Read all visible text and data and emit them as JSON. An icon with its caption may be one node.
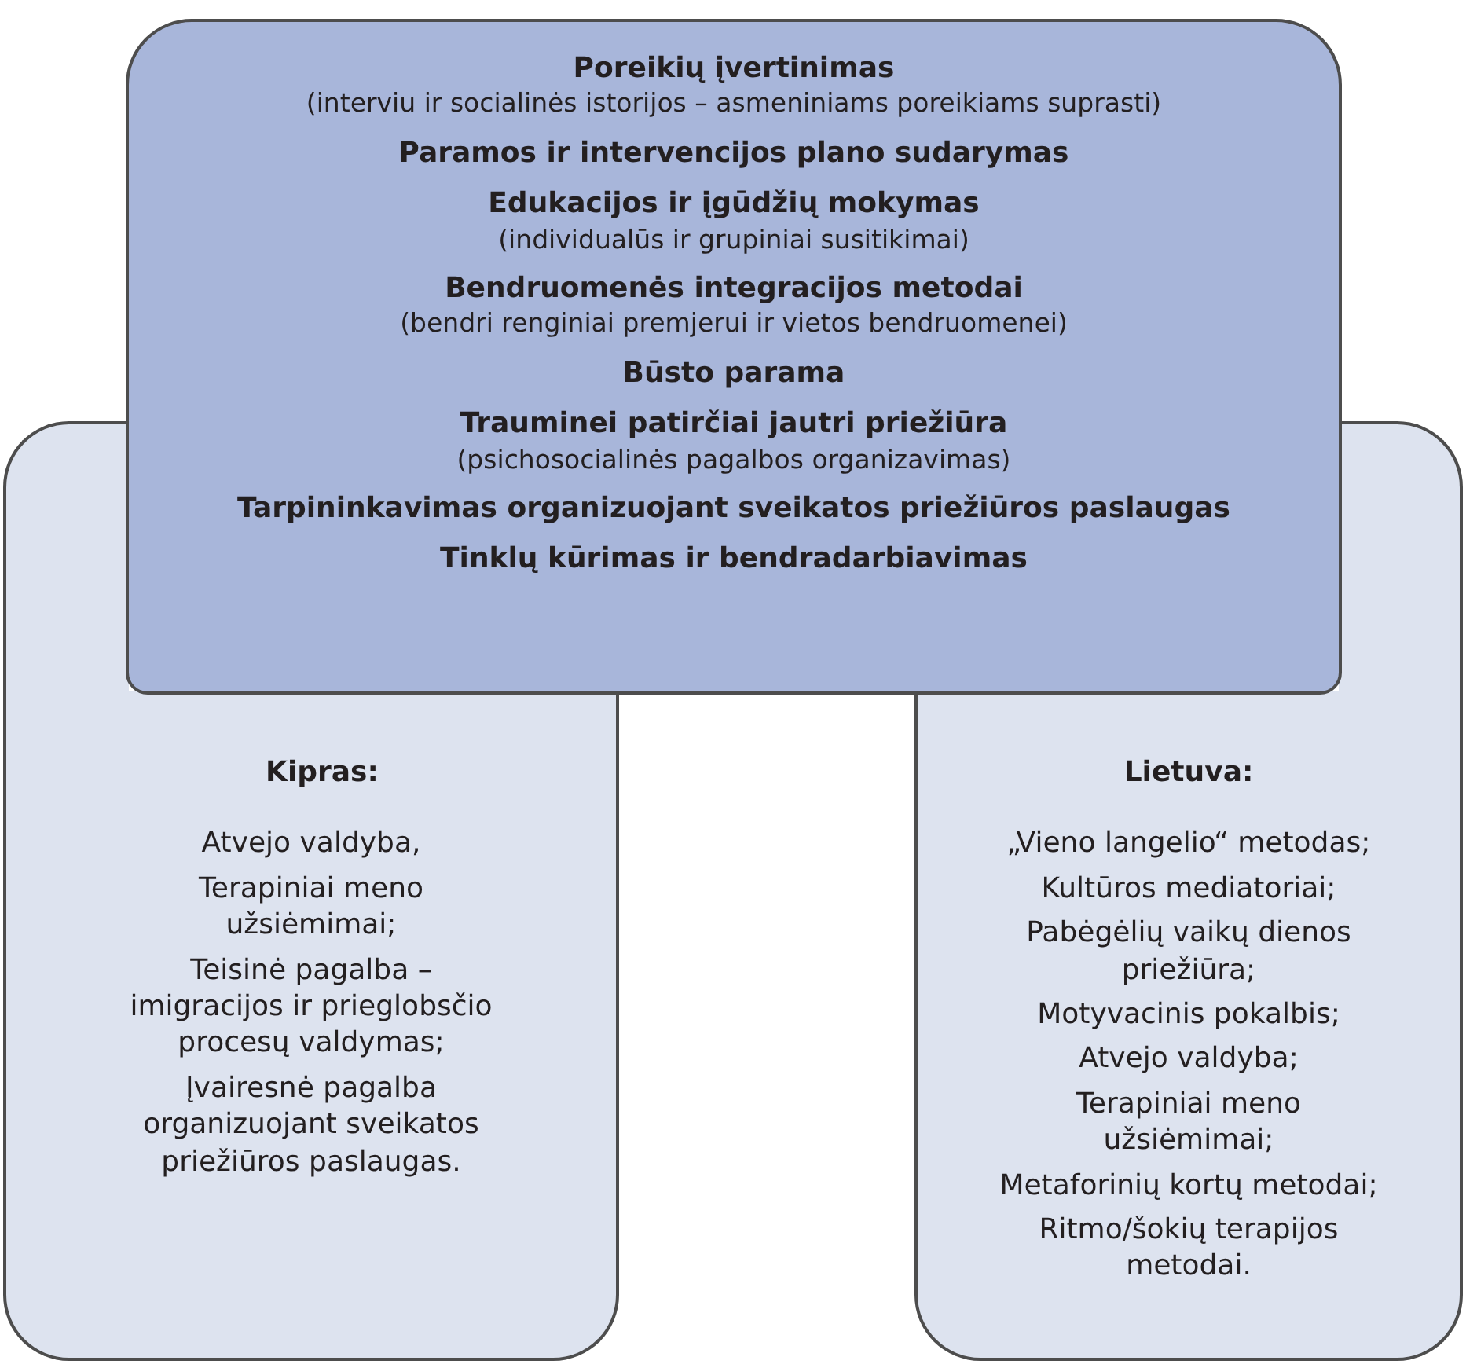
{
  "diagram": {
    "nodes": [
      {
        "text": [
          "Poreikių įvertinimas",
          "(interviu ir socialinės istorijos – asmeniniams poreikiams suprasti)",
          "Paramos ir intervencijos plano sudarymas",
          "Edukacijos ir įgūdžių mokymas",
          "(individualūs ir grupiniai susitikimai)",
          "Bendruomenės integracijos metodai",
          "(bendri renginiai premjerui ir vietos bendruomenei)",
          "Būsto parama",
          "Trauminei patirčiai jautri priežiūra",
          "(psichosocialinės pagalbos organizavimas)",
          "Tarpininkavimas organizuojant sveikatos priežiūros paslaugas",
          "Tinklų kūrimas ir bendradarbiavimas"
        ]
      },
      {
        "text": [
          "Kipras:",
          "Atvejo valdyba,",
          "Terapiniai meno užsiėmimai;",
          "Teisinė pagalba – imigracijos ir prieglobsčio procesų valdymas;",
          "Įvairesnė pagalba organizuojant sveikatos priežiūros paslaugas."
        ]
      },
      {
        "text": [
          "Lietuva:",
          "„Vieno langelio“ metodas;",
          "Kultūros mediatoriai;",
          "Pabėgėlių vaikų dienos priežiūra;",
          "Motyvacinis pokalbis;",
          "Atvejo valdyba;",
          "Terapiniai meno užsiėmimai;",
          "Metaforinių kortų metodai;",
          "Ritmo/šokių terapijos metodai."
        ]
      }
    ],
    "edges": []
  }
}
